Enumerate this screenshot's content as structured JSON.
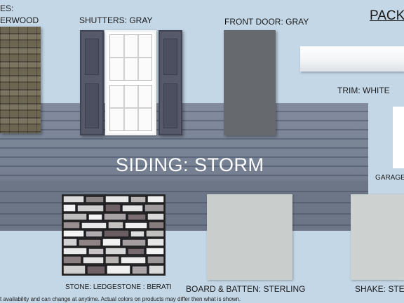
{
  "shingles": {
    "label_line1": "ES:",
    "label_line2": "ERWOOD"
  },
  "shutters": {
    "label": "SHUTTERS: GRAY"
  },
  "front_door": {
    "label": "FRONT DOOR: GRAY"
  },
  "package": {
    "title": "PACKA"
  },
  "trim": {
    "label": "TRIM: WHITE"
  },
  "siding": {
    "label": "SIDING: STORM"
  },
  "garage": {
    "label": "GARAGE"
  },
  "stone": {
    "label": "STONE: LEDGESTONE : BERATI"
  },
  "board_batten": {
    "label": "BOARD & BATTEN:  STERLING"
  },
  "shake": {
    "label": "SHAKE:  STE"
  },
  "disclaimer": {
    "text": "t availability and can change at anytime.  Actual colors on products may differ then what is shown."
  },
  "colors": {
    "background": "#c4d7e7",
    "siding": "#6f7a8d",
    "shutters": "#55596a",
    "front_door": "#666a6f",
    "board_batten": "#c9cdcc",
    "shake": "#cdd1cf",
    "trim": "#ffffff"
  }
}
